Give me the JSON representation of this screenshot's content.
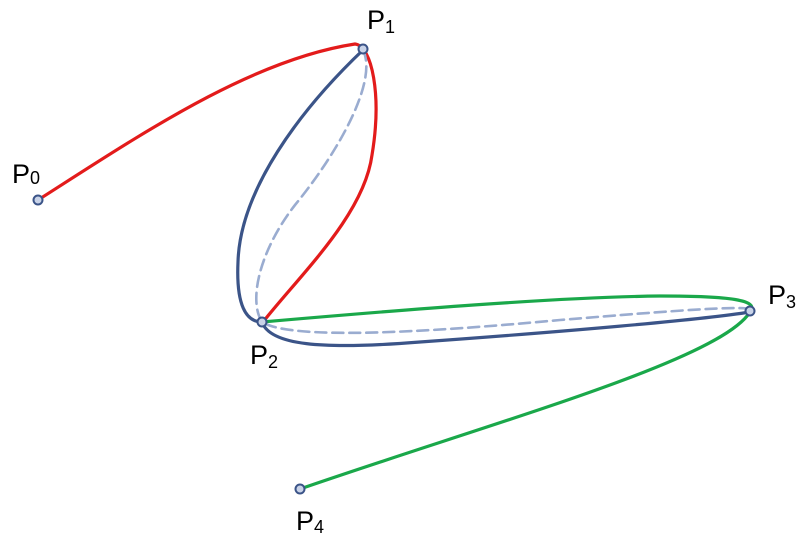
{
  "points": [
    {
      "id": "P0",
      "letter": "P",
      "subscript": "0"
    },
    {
      "id": "P1",
      "letter": "P",
      "subscript": "1"
    },
    {
      "id": "P2",
      "letter": "P",
      "subscript": "2"
    },
    {
      "id": "P3",
      "letter": "P",
      "subscript": "3"
    },
    {
      "id": "P4",
      "letter": "P",
      "subscript": "4"
    }
  ],
  "colors": {
    "red_curve": "#e31b1b",
    "blue_curve": "#3b5488",
    "dashed_curve": "#9aacd0",
    "green_curve": "#1aa84a",
    "point_stroke": "#3b5488",
    "point_fill": "#c9d3e8"
  }
}
